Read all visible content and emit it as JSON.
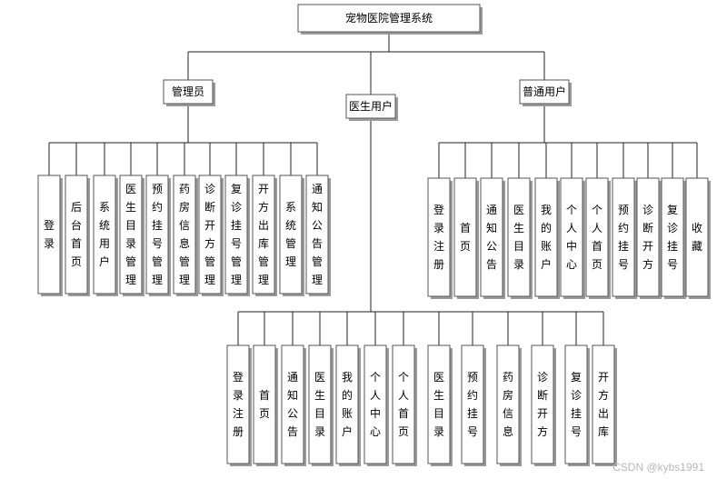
{
  "root": {
    "label": "宠物医院管理系统"
  },
  "roles": [
    {
      "id": "admin",
      "label": "管理员",
      "children": [
        "登录",
        "后台首页",
        "系统用户",
        "医生目录管理",
        "预约挂号管理",
        "药房信息管理",
        "诊断开方管理",
        "复诊挂号管理",
        "开方出库管理",
        "系统管理",
        "通知公告管理"
      ]
    },
    {
      "id": "doctor",
      "label": "医生用户",
      "children": [
        "登录注册",
        "首页",
        "通知公告",
        "医生目录",
        "我的账户",
        "个人中心",
        "个人首页",
        "医生目录",
        "预约挂号",
        "药房信息",
        "诊断开方",
        "复诊挂号",
        "开方出库"
      ]
    },
    {
      "id": "user",
      "label": "普通用户",
      "children": [
        "登录注册",
        "首页",
        "通知公告",
        "医生目录",
        "我的账户",
        "个人中心",
        "个人首页",
        "预约挂号",
        "诊断开方",
        "复诊挂号",
        "收藏"
      ]
    }
  ],
  "watermark": "CSDN @kybs1991",
  "colors": {
    "box_border": "#555555",
    "line": "#222222",
    "shadow": "#9a9a9a"
  }
}
